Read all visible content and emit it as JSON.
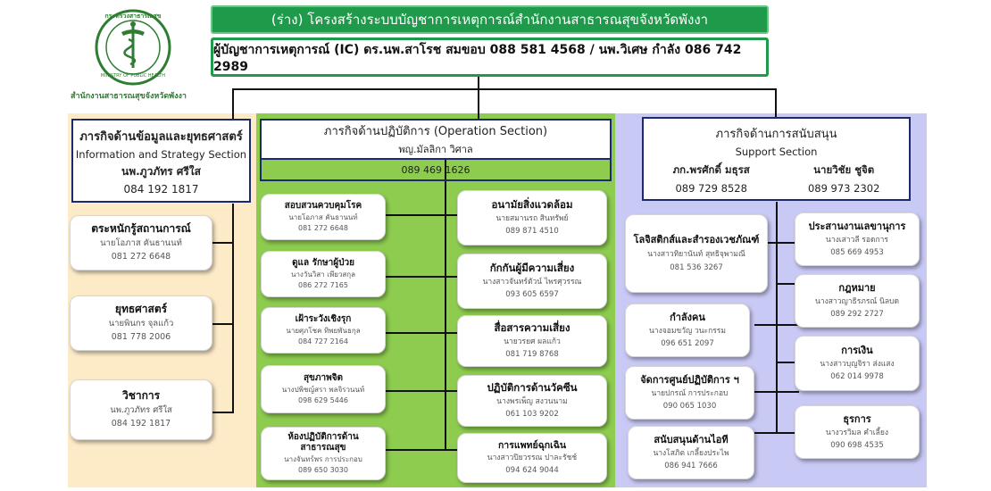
{
  "header": {
    "org_name": "สำนักงานสาธารณสุขจังหวัดพังงา",
    "logo_text_top": "กระทรวงสาธารณสุข",
    "logo_text_bottom": "MINISTRY OF PUBLIC HEALTH",
    "title": "(ร่าง) โครงสร้างระบบบัญชาการเหตุการณ์สำนักงานสาธารณสุขจังหวัดพังงา",
    "commander": "ผู้บัญชาการเหตุการณ์ (IC) ดร.นพ.สาโรช  สมขอบ 088 581 4568 / นพ.วิเศษ  กำลัง  086 742 2989"
  },
  "colors": {
    "banner_green": "#1e9a4a",
    "info_panel": "#fdebc8",
    "ops_panel": "#8dcc4f",
    "support_panel": "#c9c9f5",
    "section_border": "#1a2a6c"
  },
  "info_section": {
    "title_th": "ภารกิจด้านข้อมูลและยุทธศาสตร์",
    "title_en": "Information and Strategy Section",
    "head": "นพ.ภูวภัทร ศรีใส",
    "phone": "084 192 1817",
    "units": [
      {
        "title": "ตระหนักรู้สถานการณ์",
        "person": "นายโอภาส คันธานนท์",
        "phone": "081 272 6648"
      },
      {
        "title": "ยุทธศาสตร์",
        "person": "นายพินกร จุลแก้ว",
        "phone": "081 778 2006"
      },
      {
        "title": "วิชาการ",
        "person": "นพ.ภูวภัทร ศรีใส",
        "phone": "084 192 1817"
      }
    ]
  },
  "operation_section": {
    "title": "ภารกิจด้านปฏิบัติการ  (Operation Section)",
    "head": "พญ.มัลลิกา  วิศาล",
    "phone": "089 469 1626",
    "left_units": [
      {
        "title": "สอบสวนควบคุมโรค",
        "person": "นายโอภาส คันธานนท์",
        "phone": "081 272 6648"
      },
      {
        "title": "ดูแล รักษาผู้ป่วย",
        "person": "นางวันวิสา เพียวสกุล",
        "phone": "086 272 7165"
      },
      {
        "title": "เฝ้าระวังเชิงรุก",
        "person": "นายศุภโชค ทิพยพันธกุล",
        "phone": "084 727 2164"
      },
      {
        "title": "สุขภาพจิต",
        "person": "นางปพิชญ์สรา พลจิรวนนท์",
        "phone": "098 629 5446"
      },
      {
        "title": "ห้องปฏิบัติการด้านสาธารณสุข",
        "person": "นางจันทร์พร การประกอบ",
        "phone": "089 650 3030"
      }
    ],
    "right_units": [
      {
        "title": "อนามัยสิ่งแวดล้อม",
        "person": "นายสมานรถ สินทรัพย์",
        "phone": "089 871 4510"
      },
      {
        "title": "กักกันผู้มีความเสี่ยง",
        "person": "นางสาวจันทร์ตัวน์ ไพรศุวรรณ",
        "phone": "093 605 6597"
      },
      {
        "title": "สื่อสารความเสี่ยง",
        "person": "นายวรยศ ผลแก้ว",
        "phone": "081 719 8768"
      },
      {
        "title": "ปฏิบัติการด้านวัคซีน",
        "person": "นางพรเพ็ญ สงวนนาม",
        "phone": "061 103 9202"
      },
      {
        "title": "การแพทย์ฉุกเฉิน",
        "person": "นางสาวปิยวรรณ ปาละรัชช์",
        "phone": "094 624 9044"
      }
    ]
  },
  "support_section": {
    "title_th": "ภารกิจด้านการสนับสนุน",
    "title_en": "Support Section",
    "head_left": "ภก.พรศักดิ์  มธุรส",
    "phone_left": "089 729 8528",
    "head_right": "นายวิชัย  ชูจิต",
    "phone_right": "089 973 2302",
    "left_units": [
      {
        "title": "โลจิสติกส์และสำรองเวชภัณฑ์",
        "person": "นางสาวทิยานันท์ สุทธิจุพามณี",
        "phone": "081 536 3267"
      },
      {
        "title": "กำลังคน",
        "person": "นางจอมขวัญ วนะกรรม",
        "phone": "096 651 2097"
      },
      {
        "title": "จัดการศูนย์ปฏิบัติการ ฯ",
        "person": "นายปกรณ์ การประกอบ",
        "phone": "090 065 1030"
      },
      {
        "title": "สนับสนุนด้านไอที",
        "person": "นางโสภิต เกลี้ยงประไพ",
        "phone": "086 941 7666"
      }
    ],
    "right_units": [
      {
        "title": "ประสานงานเลขานุการ",
        "person": "นางเสาวลี รอดการ",
        "phone": "085 669 4953"
      },
      {
        "title": "กฎหมาย",
        "person": "นางสาวญาธิรภรณ์ นิลบด",
        "phone": "089 292 2727"
      },
      {
        "title": "การเงิน",
        "person": "นางสาวบุญจิรา ส่งแสง",
        "phone": "062 014 9978"
      },
      {
        "title": "ธุรการ",
        "person": "นางวรวิมล คำเลี้ยง",
        "phone": "090 698 4535"
      }
    ]
  }
}
